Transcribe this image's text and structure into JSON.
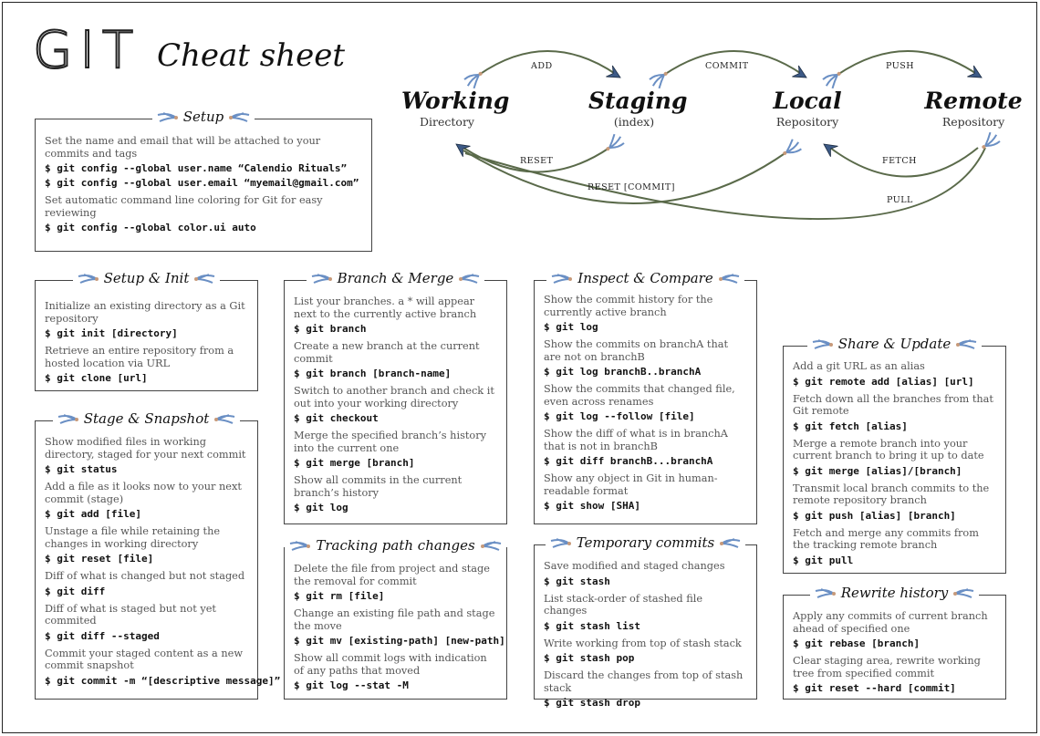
{
  "title": {
    "main": "GIT",
    "sub": "Cheat sheet"
  },
  "workflow": {
    "stages": [
      {
        "name": "Working",
        "sub": "Directory"
      },
      {
        "name": "Staging",
        "sub": "(index)"
      },
      {
        "name": "Local",
        "sub": "Repository"
      },
      {
        "name": "Remote",
        "sub": "Repository"
      }
    ],
    "arrows": {
      "add": "ADD",
      "commit": "COMMIT",
      "push": "PUSH",
      "reset": "RESET",
      "reset_commit": "RESET [COMMIT]",
      "fetch": "FETCH",
      "pull": "PULL"
    }
  },
  "sections": {
    "setup": {
      "title": "Setup",
      "items": [
        {
          "desc": "Set the name and email that will be attached to your commits and tags",
          "cmds": [
            "$ git config --global user.name “Calendio Rituals”",
            "$ git config --global user.email “myemail@gmail.com”"
          ]
        },
        {
          "desc": "Set automatic command line coloring for Git for easy reviewing",
          "cmds": [
            "$ git config --global color.ui auto"
          ]
        }
      ]
    },
    "setup_init": {
      "title": "Setup & Init",
      "items": [
        {
          "desc": "Initialize an existing directory as a Git repository",
          "cmds": [
            "$ git init [directory]"
          ]
        },
        {
          "desc": "Retrieve an entire repository from a hosted location via URL",
          "cmds": [
            "$ git clone [url]"
          ]
        }
      ]
    },
    "stage_snapshot": {
      "title": "Stage & Snapshot",
      "items": [
        {
          "desc": "Show modified files in working directory, staged for your next commit",
          "cmds": [
            "$ git status"
          ]
        },
        {
          "desc": "Add a file as it looks now to your next commit (stage)",
          "cmds": [
            "$ git add [file]"
          ]
        },
        {
          "desc": "Unstage a file while retaining the changes in working directory",
          "cmds": [
            "$ git reset [file]"
          ]
        },
        {
          "desc": "Diff of what is changed but not staged",
          "cmds": [
            "$ git diff"
          ]
        },
        {
          "desc": "Diff of what is staged but not yet commited",
          "cmds": [
            "$ git diff --staged"
          ]
        },
        {
          "desc": "Commit your staged content as a new commit snapshot",
          "cmds": [
            "$ git commit -m “[descriptive message]”"
          ]
        }
      ]
    },
    "branch_merge": {
      "title": "Branch & Merge",
      "items": [
        {
          "desc": "List your branches. a * will appear next to the currently active branch",
          "cmds": [
            "$ git branch"
          ]
        },
        {
          "desc": "Create a new branch at the current commit",
          "cmds": [
            "$ git branch [branch-name]"
          ]
        },
        {
          "desc": "Switch to another branch and check it out into your working directory",
          "cmds": [
            "$ git checkout"
          ]
        },
        {
          "desc": "Merge the specified branch’s history into the current one",
          "cmds": [
            "$ git merge [branch]"
          ]
        },
        {
          "desc": "Show all commits in the current branch’s history",
          "cmds": [
            "$ git log"
          ]
        }
      ]
    },
    "tracking": {
      "title": "Tracking path changes",
      "items": [
        {
          "desc": "Delete the file from project and stage the removal for commit",
          "cmds": [
            "$ git rm [file]"
          ]
        },
        {
          "desc": "Change an existing file path and stage the move",
          "cmds": [
            "$ git mv [existing-path] [new-path]"
          ]
        },
        {
          "desc": "Show all commit logs with indication of any paths that moved",
          "cmds": [
            "$ git log --stat -M"
          ]
        }
      ]
    },
    "inspect": {
      "title": "Inspect & Compare",
      "items": [
        {
          "desc": "Show the commit history for the currently active branch",
          "cmds": [
            "$ git log"
          ]
        },
        {
          "desc": "Show the commits on branchA that are not on branchB",
          "cmds": [
            "$ git log branchB..branchA"
          ]
        },
        {
          "desc": "Show the commits that changed file, even across renames",
          "cmds": [
            "$ git log --follow [file]"
          ]
        },
        {
          "desc": "Show the diff of what is in branchA that is not in branchB",
          "cmds": [
            "$ git diff branchB...branchA"
          ]
        },
        {
          "desc": "Show any object in Git in human-readable format",
          "cmds": [
            "$ git show [SHA]"
          ]
        }
      ]
    },
    "temporary": {
      "title": "Temporary commits",
      "items": [
        {
          "desc": "Save modified and staged changes",
          "cmds": [
            "$ git stash"
          ]
        },
        {
          "desc": "List stack-order of stashed file changes",
          "cmds": [
            "$ git stash list"
          ]
        },
        {
          "desc": "Write working from top of stash stack",
          "cmds": [
            "$ git stash pop"
          ]
        },
        {
          "desc": "Discard the changes from top of stash stack",
          "cmds": [
            "$ git stash drop"
          ]
        }
      ]
    },
    "share": {
      "title": "Share & Update",
      "items": [
        {
          "desc": "Add a git URL as an alias",
          "cmds": [
            "$ git remote add [alias] [url]"
          ]
        },
        {
          "desc": "Fetch down all the branches from that Git remote",
          "cmds": [
            "$ git fetch [alias]"
          ]
        },
        {
          "desc": "Merge a remote branch into your current branch to bring it up to date",
          "cmds": [
            "$ git merge [alias]/[branch]"
          ]
        },
        {
          "desc": "Transmit local branch commits to the remote repository branch",
          "cmds": [
            "$ git push [alias] [branch]"
          ]
        },
        {
          "desc": "Fetch and merge any commits from the tracking remote branch",
          "cmds": [
            "$ git pull"
          ]
        }
      ]
    },
    "rewrite": {
      "title": "Rewrite history",
      "items": [
        {
          "desc": "Apply any commits of current branch ahead of specified one",
          "cmds": [
            "$ git rebase [branch]"
          ]
        },
        {
          "desc": "Clear staging area, rewrite working tree from specified commit",
          "cmds": [
            "$ git reset --hard [commit]"
          ]
        }
      ]
    }
  }
}
